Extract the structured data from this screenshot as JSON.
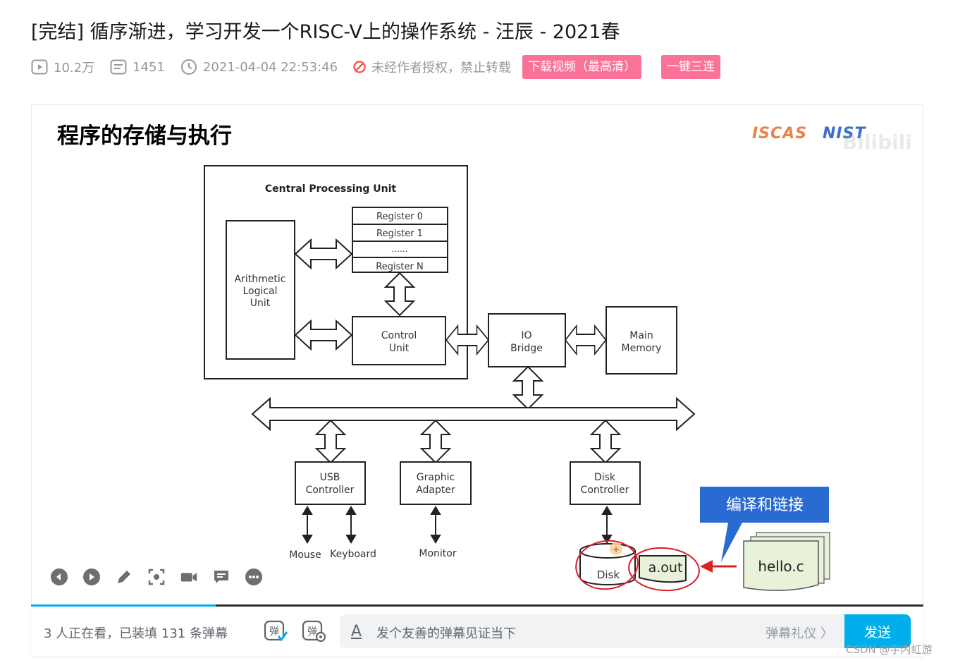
{
  "video": {
    "title": "[完结] 循序渐进，学习开发一个RISC-V上的操作系统 - 汪辰 - 2021春",
    "views": "10.2万",
    "danmaku_count": "1451",
    "publish_time": "2021-04-04 22:53:46",
    "copyright_notice": "未经作者授权，禁止转载",
    "download_button": "下载视频（最高清）",
    "triple_button": "一键三连"
  },
  "slide": {
    "title": "程序的存储与执行",
    "logo_left": "ISCAS",
    "logo_right": "NIST",
    "watermark": "Bilibili",
    "cpu_label": "Central Processing Unit",
    "registers": [
      "Register 0",
      "Register 1",
      "......",
      "Register N"
    ],
    "alu": [
      "Arithmetic",
      "Logical",
      "Unit"
    ],
    "control_unit": [
      "Control",
      "Unit"
    ],
    "io_bridge": [
      "IO",
      "Bridge"
    ],
    "main_memory": [
      "Main",
      "Memory"
    ],
    "usb_controller": [
      "USB",
      "Controller"
    ],
    "graphic_adapter": [
      "Graphic",
      "Adapter"
    ],
    "disk_controller": [
      "Disk",
      "Controller"
    ],
    "mouse": "Mouse",
    "keyboard": "Keyboard",
    "monitor": "Monitor",
    "disk": "Disk",
    "aout": "a.out",
    "helloc": "hello.c",
    "callout": "编译和链接"
  },
  "player": {
    "progress": 0.207,
    "controls": [
      "prev-icon",
      "play-icon",
      "pen-icon",
      "screenshot-icon",
      "camera-icon",
      "comment-icon",
      "more-icon"
    ]
  },
  "danmaku": {
    "status": "3 人正在看，已装填 131 条弹幕",
    "placeholder": "发个友善的弹幕见证当下",
    "etiquette": "弹幕礼仪 〉",
    "send": "发送"
  },
  "footer": {
    "watermark": "CSDN @宇内虹游"
  },
  "colors": {
    "accent_pink": "#fb7299",
    "accent_blue": "#00aeec",
    "muted": "#9499a0",
    "callout_blue": "#2a6bd1"
  }
}
